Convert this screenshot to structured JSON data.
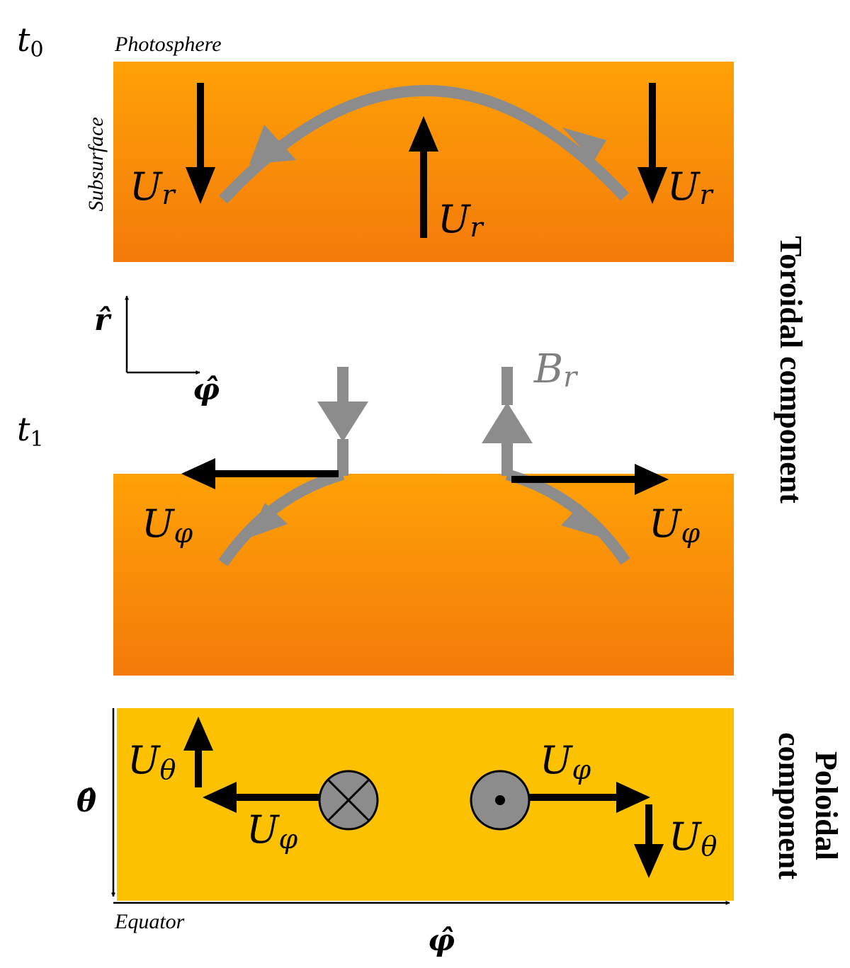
{
  "time_labels": {
    "t0_base": "t",
    "t0_sub": "0",
    "t1_base": "t",
    "t1_sub": "1"
  },
  "region_labels": {
    "photosphere": "Photosphere",
    "subsurface": "Subsurface",
    "equator": "Equator"
  },
  "axes": {
    "r_hat": "r̂",
    "phi_hat": "φ̂",
    "theta_hat": "θ̂"
  },
  "flow_labels": {
    "U_base": "U",
    "r_sub": "r",
    "phi_sub": "φ",
    "theta_sub": "θ",
    "B_base": "B"
  },
  "side_labels": {
    "toroidal": "Toroidal component",
    "poloidal_line1": "Poloidal",
    "poloidal_line2": "component"
  },
  "colors": {
    "orange_top": "#fea107",
    "orange_bottom": "#f47a0a",
    "yellow": "#fcc202",
    "arrow_black": "#000000",
    "field_gray": "#8c8c8c"
  }
}
